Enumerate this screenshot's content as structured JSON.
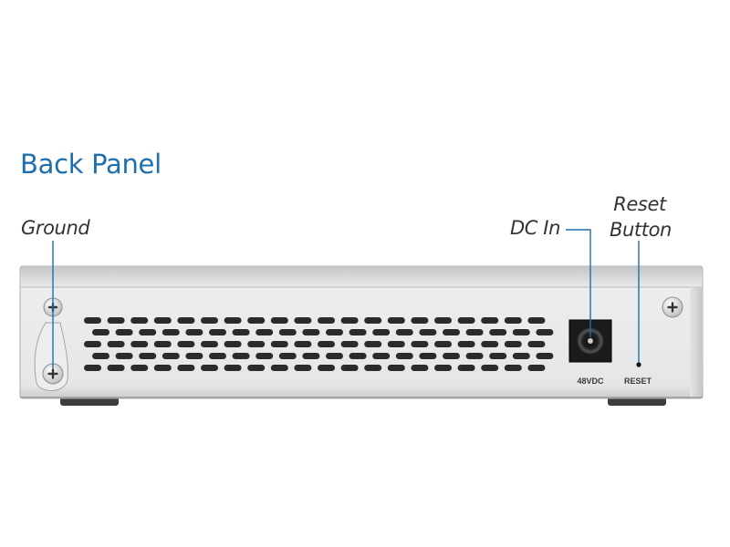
{
  "heading": "Back Panel",
  "callouts": {
    "ground": "Ground",
    "dc_in": "DC In",
    "reset_line1": "Reset",
    "reset_line2": "Button"
  },
  "panel_labels": {
    "power_rating": "48VDC",
    "reset": "RESET"
  },
  "colors": {
    "heading": "#1f6fae",
    "callout_line": "#1f6fae",
    "chassis": "#e6e8ea",
    "vent_slot": "#2b2b2b"
  },
  "icons": [
    "ground-screw-icon",
    "mounting-screw-icon",
    "vent-grille",
    "dc-power-jack-icon",
    "reset-pinhole-icon"
  ]
}
